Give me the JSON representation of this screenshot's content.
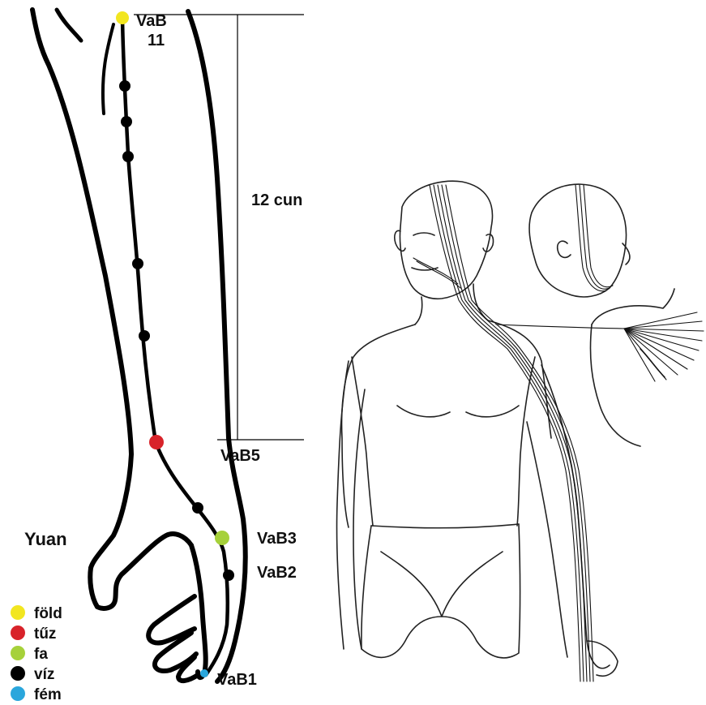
{
  "points": {
    "vab11": {
      "label_line1": "VaB",
      "label_line2": "11",
      "element": "föld",
      "color": "#f2e620"
    },
    "vab5": {
      "label": "VaB5",
      "element": "tűz",
      "color": "#d8232a"
    },
    "vab3": {
      "label": "VaB3",
      "element": "fa",
      "color": "#a6d13a"
    },
    "vab2": {
      "label": "VaB2",
      "element": "víz",
      "color": "#000000"
    },
    "vab1": {
      "label": "VaB1",
      "element": "fém",
      "color": "#2aa6dc"
    }
  },
  "measurement": {
    "label": "12 cun"
  },
  "yuan_label": "Yuan",
  "legend": [
    {
      "label": "föld",
      "color": "#f2e620"
    },
    {
      "label": "tűz",
      "color": "#d8232a"
    },
    {
      "label": "fa",
      "color": "#a6d13a"
    },
    {
      "label": "víz",
      "color": "#000000"
    },
    {
      "label": "fém",
      "color": "#2aa6dc"
    }
  ]
}
